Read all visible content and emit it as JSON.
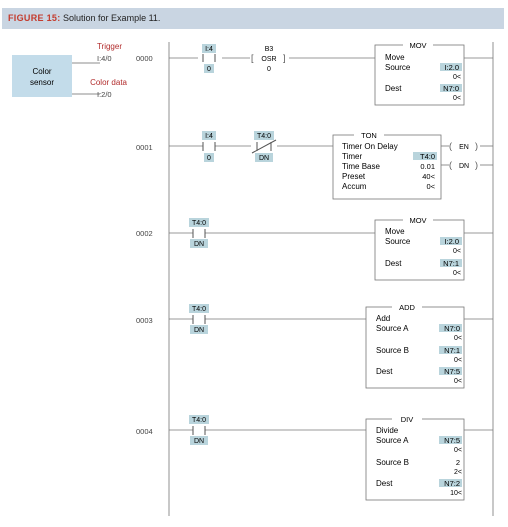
{
  "header": {
    "figure_label": "FIGURE 15:",
    "caption": "Solution for Example 11."
  },
  "sensor": {
    "label_line1": "Color",
    "label_line2": "sensor",
    "trigger_label": "Trigger",
    "trigger_addr": "I:4/0",
    "data_label": "Color data",
    "data_addr": "I:2/0"
  },
  "rungs": [
    {
      "number": "0000",
      "contacts": [
        {
          "tag": "I:4",
          "bit": "0"
        },
        {
          "tag": "B3",
          "type": "OSR",
          "bit": "0"
        }
      ],
      "block": {
        "title": "MOV",
        "name": "Move",
        "rows": [
          {
            "label": "Source",
            "value": "I:2.0",
            "sub": "0<"
          },
          {
            "label": "Dest",
            "value": "N7:0",
            "sub": "0<"
          }
        ]
      }
    },
    {
      "number": "0001",
      "contacts": [
        {
          "tag": "I:4",
          "bit": "0"
        },
        {
          "tag": "T4:0",
          "bit": "DN",
          "type": "XIO"
        }
      ],
      "block": {
        "title": "TON",
        "name": "Timer On Delay",
        "timer_label": "Timer",
        "timer_value": "T4:0",
        "base_label": "Time Base",
        "base_value": "0.01",
        "preset_label": "Preset",
        "preset_value": "40<",
        "accum_label": "Accum",
        "accum_value": "0<"
      },
      "outputs": [
        "EN",
        "DN"
      ]
    },
    {
      "number": "0002",
      "contacts": [
        {
          "tag": "T4:0",
          "bit": "DN"
        }
      ],
      "block": {
        "title": "MOV",
        "name": "Move",
        "rows": [
          {
            "label": "Source",
            "value": "I:2.0",
            "sub": "0<"
          },
          {
            "label": "Dest",
            "value": "N7:1",
            "sub": "0<"
          }
        ]
      }
    },
    {
      "number": "0003",
      "contacts": [
        {
          "tag": "T4:0",
          "bit": "DN"
        }
      ],
      "block": {
        "title": "ADD",
        "name": "Add",
        "rows": [
          {
            "label": "Source A",
            "value": "N7:0",
            "sub": "0<"
          },
          {
            "label": "Source B",
            "value": "N7:1",
            "sub": "0<"
          },
          {
            "label": "Dest",
            "value": "N7:5",
            "sub": "0<"
          }
        ]
      }
    },
    {
      "number": "0004",
      "contacts": [
        {
          "tag": "T4:0",
          "bit": "DN"
        }
      ],
      "block": {
        "title": "DIV",
        "name": "Divide",
        "rows": [
          {
            "label": "Source A",
            "value": "N7:5",
            "sub": "0<"
          },
          {
            "label": "Source B",
            "value": "2",
            "sub": "2<"
          },
          {
            "label": "Dest",
            "value": "N7:2",
            "sub": "10<"
          }
        ]
      }
    }
  ]
}
